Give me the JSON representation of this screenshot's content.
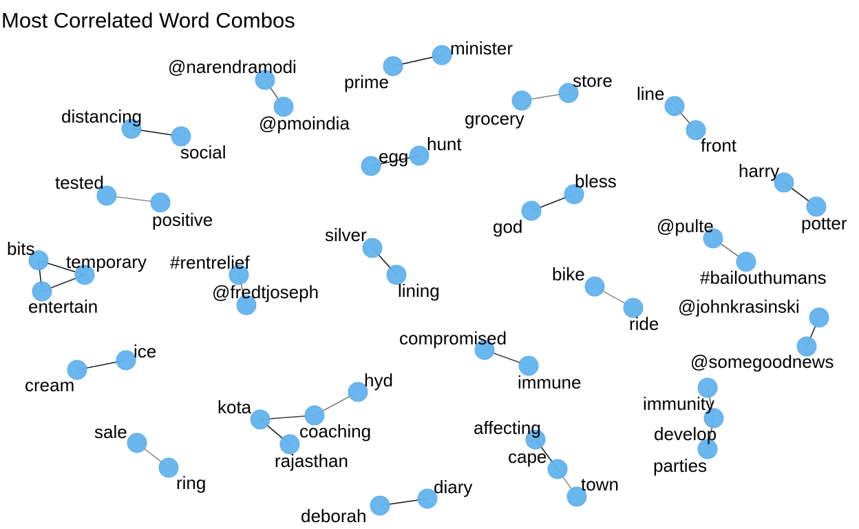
{
  "title": "Most Correlated Word Combos",
  "node_color": "#63b3ee",
  "graph": {
    "nodes": [
      {
        "id": "minister",
        "label": "minister"
      },
      {
        "id": "prime",
        "label": "prime"
      },
      {
        "id": "narendramodi",
        "label": "@narendramodi"
      },
      {
        "id": "pmoindia",
        "label": "@pmoindia"
      },
      {
        "id": "store",
        "label": "store"
      },
      {
        "id": "grocery",
        "label": "grocery"
      },
      {
        "id": "line",
        "label": "line"
      },
      {
        "id": "front",
        "label": "front"
      },
      {
        "id": "distancing",
        "label": "distancing"
      },
      {
        "id": "social",
        "label": "social"
      },
      {
        "id": "hunt",
        "label": "hunt"
      },
      {
        "id": "egg",
        "label": "egg"
      },
      {
        "id": "harry",
        "label": "harry"
      },
      {
        "id": "potter",
        "label": "potter"
      },
      {
        "id": "tested",
        "label": "tested"
      },
      {
        "id": "positive",
        "label": "positive"
      },
      {
        "id": "bless",
        "label": "bless"
      },
      {
        "id": "god",
        "label": "god"
      },
      {
        "id": "pulte",
        "label": "@pulte"
      },
      {
        "id": "bailouthumans",
        "label": "#bailouthumans"
      },
      {
        "id": "silver",
        "label": "silver"
      },
      {
        "id": "lining",
        "label": "lining"
      },
      {
        "id": "bits",
        "label": "bits"
      },
      {
        "id": "temporary",
        "label": "temporary"
      },
      {
        "id": "entertain",
        "label": "entertain"
      },
      {
        "id": "rentrelief",
        "label": "#rentrelief"
      },
      {
        "id": "fredtjoseph",
        "label": "@fredtjoseph"
      },
      {
        "id": "bike",
        "label": "bike"
      },
      {
        "id": "ride",
        "label": "ride"
      },
      {
        "id": "johnkrasinski",
        "label": "@johnkrasinski"
      },
      {
        "id": "somegoodnews",
        "label": "@somegoodnews"
      },
      {
        "id": "compromised",
        "label": "compromised"
      },
      {
        "id": "immune",
        "label": "immune"
      },
      {
        "id": "ice",
        "label": "ice"
      },
      {
        "id": "cream",
        "label": "cream"
      },
      {
        "id": "hyd",
        "label": "hyd"
      },
      {
        "id": "kota",
        "label": "kota"
      },
      {
        "id": "coaching",
        "label": "coaching"
      },
      {
        "id": "rajasthan",
        "label": "rajasthan"
      },
      {
        "id": "immunity",
        "label": "immunity"
      },
      {
        "id": "develop",
        "label": "develop"
      },
      {
        "id": "parties",
        "label": "parties"
      },
      {
        "id": "affecting",
        "label": "affecting"
      },
      {
        "id": "cape",
        "label": "cape"
      },
      {
        "id": "town",
        "label": "town"
      },
      {
        "id": "sale",
        "label": "sale"
      },
      {
        "id": "ring",
        "label": "ring"
      },
      {
        "id": "diary",
        "label": "diary"
      },
      {
        "id": "deborah",
        "label": "deborah"
      }
    ],
    "edges": [
      {
        "source": "prime",
        "target": "minister",
        "strength": 0.95
      },
      {
        "source": "narendramodi",
        "target": "pmoindia",
        "strength": 0.6
      },
      {
        "source": "grocery",
        "target": "store",
        "strength": 0.35
      },
      {
        "source": "line",
        "target": "front",
        "strength": 0.6
      },
      {
        "source": "distancing",
        "target": "social",
        "strength": 0.9
      },
      {
        "source": "egg",
        "target": "hunt",
        "strength": 0.8
      },
      {
        "source": "harry",
        "target": "potter",
        "strength": 0.95
      },
      {
        "source": "tested",
        "target": "positive",
        "strength": 0.3
      },
      {
        "source": "god",
        "target": "bless",
        "strength": 0.85
      },
      {
        "source": "pulte",
        "target": "bailouthumans",
        "strength": 0.45
      },
      {
        "source": "silver",
        "target": "lining",
        "strength": 0.95
      },
      {
        "source": "bits",
        "target": "temporary",
        "strength": 0.9
      },
      {
        "source": "bits",
        "target": "entertain",
        "strength": 0.9
      },
      {
        "source": "entertain",
        "target": "temporary",
        "strength": 0.8
      },
      {
        "source": "rentrelief",
        "target": "fredtjoseph",
        "strength": 0.5
      },
      {
        "source": "bike",
        "target": "ride",
        "strength": 0.3
      },
      {
        "source": "johnkrasinski",
        "target": "somegoodnews",
        "strength": 0.9
      },
      {
        "source": "compromised",
        "target": "immune",
        "strength": 0.7
      },
      {
        "source": "cream",
        "target": "ice",
        "strength": 0.85
      },
      {
        "source": "kota",
        "target": "coaching",
        "strength": 0.7
      },
      {
        "source": "kota",
        "target": "rajasthan",
        "strength": 0.95
      },
      {
        "source": "coaching",
        "target": "hyd",
        "strength": 0.45
      },
      {
        "source": "immunity",
        "target": "develop",
        "strength": 0.6
      },
      {
        "source": "develop",
        "target": "parties",
        "strength": 0.6
      },
      {
        "source": "affecting",
        "target": "cape",
        "strength": 0.9
      },
      {
        "source": "cape",
        "target": "town",
        "strength": 0.35
      },
      {
        "source": "sale",
        "target": "ring",
        "strength": 0.3
      },
      {
        "source": "deborah",
        "target": "diary",
        "strength": 0.9
      }
    ]
  }
}
